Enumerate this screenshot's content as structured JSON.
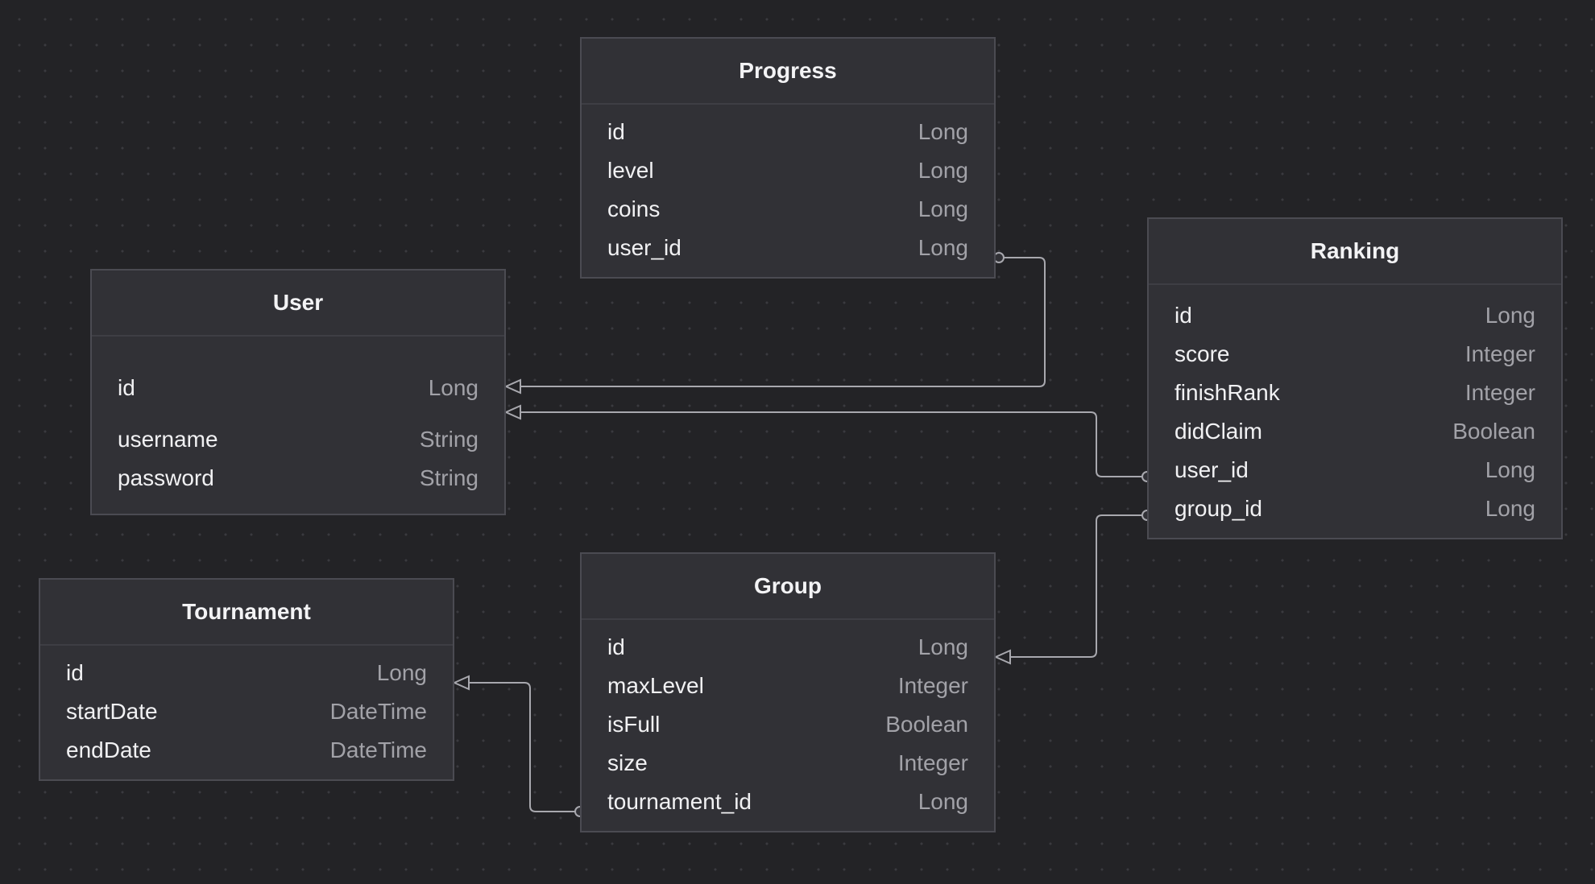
{
  "colors": {
    "background": "#232326",
    "table_fill": "#313136",
    "table_border": "#4b4b52",
    "title_text": "#f3f3f5",
    "field_text": "#f1f1f3",
    "type_text": "#a2a2a8",
    "connector": "#a8a8ae"
  },
  "tables": {
    "progress": {
      "title": "Progress",
      "fields": [
        {
          "name": "id",
          "type": "Long"
        },
        {
          "name": "level",
          "type": "Long"
        },
        {
          "name": "coins",
          "type": "Long"
        },
        {
          "name": "user_id",
          "type": "Long"
        }
      ]
    },
    "user": {
      "title": "User",
      "fields": [
        {
          "name": "id",
          "type": "Long"
        },
        {
          "name": "username",
          "type": "String"
        },
        {
          "name": "password",
          "type": "String"
        }
      ]
    },
    "ranking": {
      "title": "Ranking",
      "fields": [
        {
          "name": "id",
          "type": "Long"
        },
        {
          "name": "score",
          "type": "Integer"
        },
        {
          "name": "finishRank",
          "type": "Integer"
        },
        {
          "name": "didClaim",
          "type": "Boolean"
        },
        {
          "name": "user_id",
          "type": "Long"
        },
        {
          "name": "group_id",
          "type": "Long"
        }
      ]
    },
    "group": {
      "title": "Group",
      "fields": [
        {
          "name": "id",
          "type": "Long"
        },
        {
          "name": "maxLevel",
          "type": "Integer"
        },
        {
          "name": "isFull",
          "type": "Boolean"
        },
        {
          "name": "size",
          "type": "Integer"
        },
        {
          "name": "tournament_id",
          "type": "Long"
        }
      ]
    },
    "tournament": {
      "title": "Tournament",
      "fields": [
        {
          "name": "id",
          "type": "Long"
        },
        {
          "name": "startDate",
          "type": "DateTime"
        },
        {
          "name": "endDate",
          "type": "DateTime"
        }
      ]
    }
  },
  "relations": [
    {
      "from": "Progress.user_id",
      "to": "User.id"
    },
    {
      "from": "Ranking.user_id",
      "to": "User.id"
    },
    {
      "from": "Ranking.group_id",
      "to": "Group.id"
    },
    {
      "from": "Group.tournament_id",
      "to": "Tournament.id"
    }
  ]
}
